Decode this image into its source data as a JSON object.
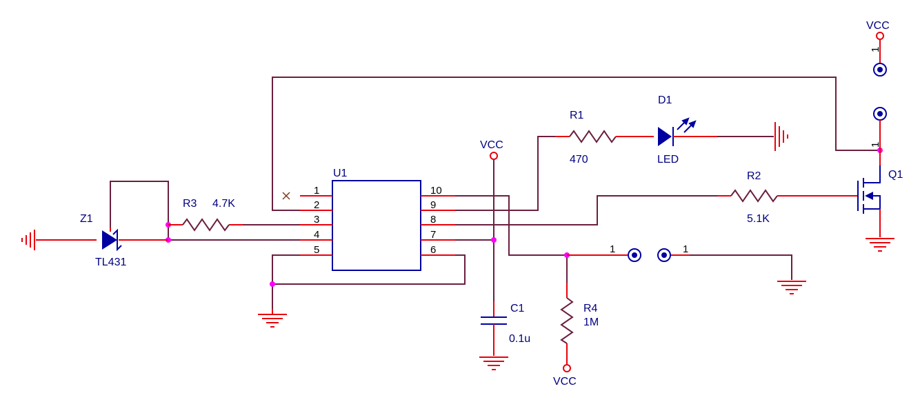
{
  "colors": {
    "wire": "#6b1e3e",
    "lead": "#e8000b",
    "part": "#0000a0",
    "junction": "#ff00ff",
    "text": "#000080"
  },
  "net_labels": {
    "vcc": "VCC"
  },
  "components": {
    "u1": {
      "ref": "U1",
      "pins_left": [
        "1",
        "2",
        "3",
        "4",
        "5"
      ],
      "pins_right": [
        "10",
        "9",
        "8",
        "7",
        "6"
      ]
    },
    "z1": {
      "ref": "Z1",
      "value": "TL431"
    },
    "r1": {
      "ref": "R1",
      "value": "470"
    },
    "r2": {
      "ref": "R2",
      "value": "5.1K"
    },
    "r3": {
      "ref": "R3",
      "value": "4.7K"
    },
    "r4": {
      "ref": "R4",
      "value": "1M"
    },
    "c1": {
      "ref": "C1",
      "value": "0.1u"
    },
    "d1": {
      "ref": "D1",
      "value": "LED"
    },
    "q1": {
      "ref": "Q1"
    }
  },
  "connector_pins": {
    "pin1": "1"
  }
}
